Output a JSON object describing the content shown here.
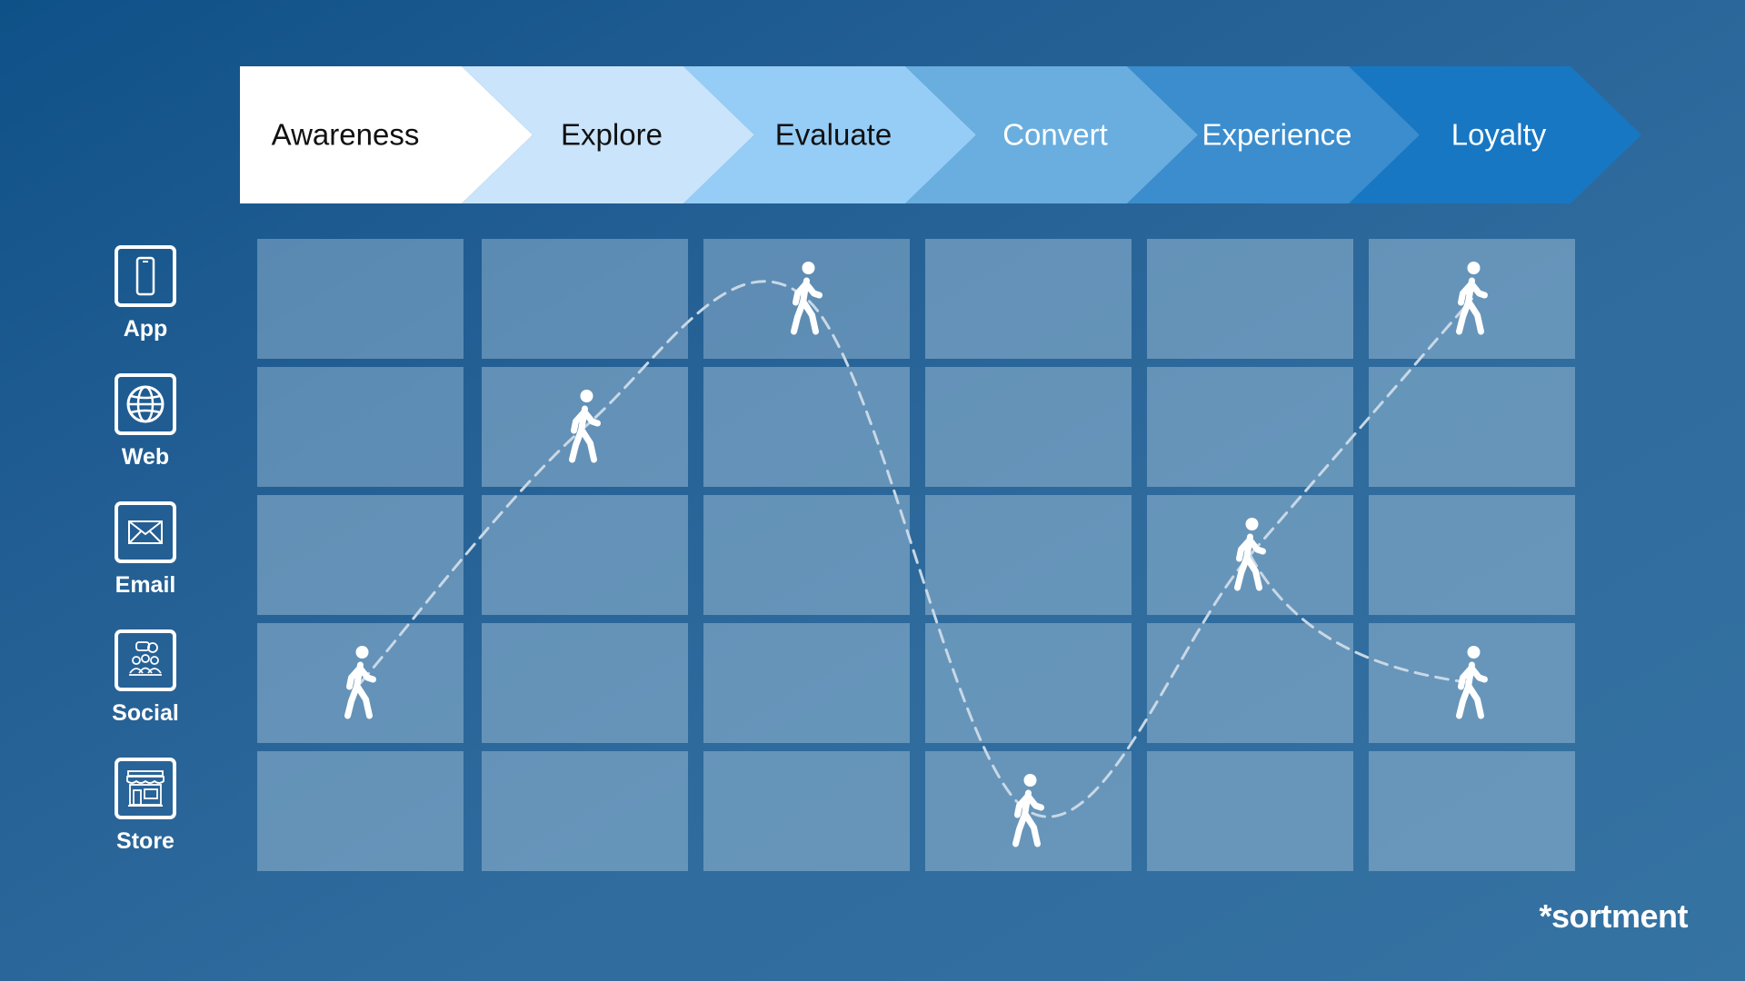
{
  "stages": [
    {
      "label": "Awareness",
      "fill": "#ffffff",
      "text_color": "#111111"
    },
    {
      "label": "Explore",
      "fill": "#c9e4fb",
      "text_color": "#111111"
    },
    {
      "label": "Evaluate",
      "fill": "#96cdf6",
      "text_color": "#111111"
    },
    {
      "label": "Convert",
      "fill": "#6aaedf",
      "text_color": "#ffffff"
    },
    {
      "label": "Experience",
      "fill": "#3b8dcd",
      "text_color": "#ffffff"
    },
    {
      "label": "Loyalty",
      "fill": "#1877c3",
      "text_color": "#ffffff"
    }
  ],
  "channels": [
    {
      "label": "App",
      "icon": "phone-icon"
    },
    {
      "label": "Web",
      "icon": "globe-icon"
    },
    {
      "label": "Email",
      "icon": "envelope-icon"
    },
    {
      "label": "Social",
      "icon": "people-chat-icon"
    },
    {
      "label": "Store",
      "icon": "storefront-icon"
    }
  ],
  "journey": {
    "main_path": [
      {
        "stage": "Awareness",
        "channel": "Social"
      },
      {
        "stage": "Explore",
        "channel": "Web"
      },
      {
        "stage": "Evaluate",
        "channel": "App"
      },
      {
        "stage": "Convert",
        "channel": "Store"
      },
      {
        "stage": "Experience",
        "channel": "Email"
      },
      {
        "stage": "Loyalty",
        "channel": "App"
      }
    ],
    "branch_path": [
      {
        "stage": "Experience",
        "channel": "Email"
      },
      {
        "stage": "Loyalty",
        "channel": "Social"
      }
    ],
    "person_icon": "walking-person-icon"
  },
  "brand": {
    "text": "*sortment"
  },
  "colors": {
    "cell_fill": "#8cb1cd",
    "path_stroke": "#c8d8e6",
    "icon_color": "#ffffff"
  }
}
